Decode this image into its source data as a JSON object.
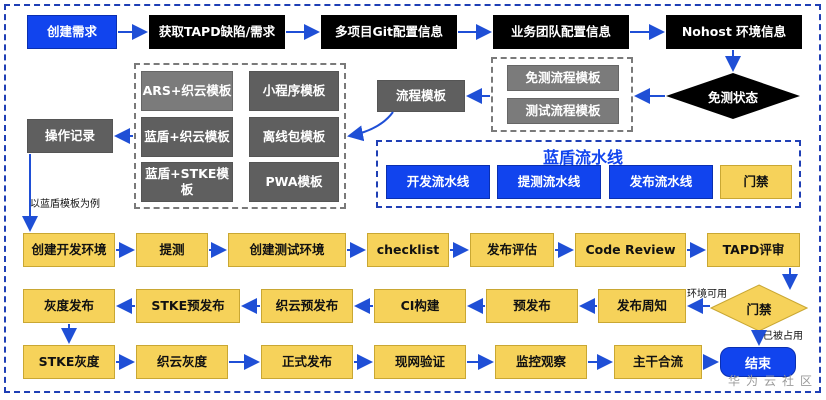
{
  "top_row": {
    "create_requirement": "创建需求",
    "fetch_tapd": "获取TAPD缺陷/需求",
    "multi_project_git": "多项目Git配置信息",
    "team_config": "业务团队配置信息",
    "nohost": "Nohost 环境信息"
  },
  "decision_exempt": "免测状态",
  "exempt_templates": {
    "exempt_flow": "免测流程模板",
    "test_flow": "测试流程模板"
  },
  "flow_template": "流程模板",
  "templates": {
    "ars_zhiyun": "ARS+织云模板",
    "mini_program": "小程序模板",
    "landun_zhiyun": "蓝盾+织云模板",
    "offline_package": "离线包模板",
    "landun_stke": "蓝盾+STKE模板",
    "pwa": "PWA模板"
  },
  "operation_log": "操作记录",
  "example_label": "以蓝盾模板为例",
  "pipeline": {
    "title": "蓝盾流水线",
    "dev": "开发流水线",
    "test": "提测流水线",
    "release": "发布流水线",
    "gate": "门禁"
  },
  "row1": [
    "创建开发环境",
    "提测",
    "创建测试环境",
    "checklist",
    "发布评估",
    "Code Review",
    "TAPD评审"
  ],
  "row2": [
    "灰度发布",
    "STKE预发布",
    "织云预发布",
    "CI构建",
    "预发布",
    "发布周知"
  ],
  "row3": [
    "STKE灰度",
    "织云灰度",
    "正式发布",
    "现网验证",
    "监控观察",
    "主干合流"
  ],
  "gate_decision": "门禁",
  "env_available": "环境可用",
  "occupied": "已被占用",
  "end": "结束",
  "watermark": "华为云社区"
}
